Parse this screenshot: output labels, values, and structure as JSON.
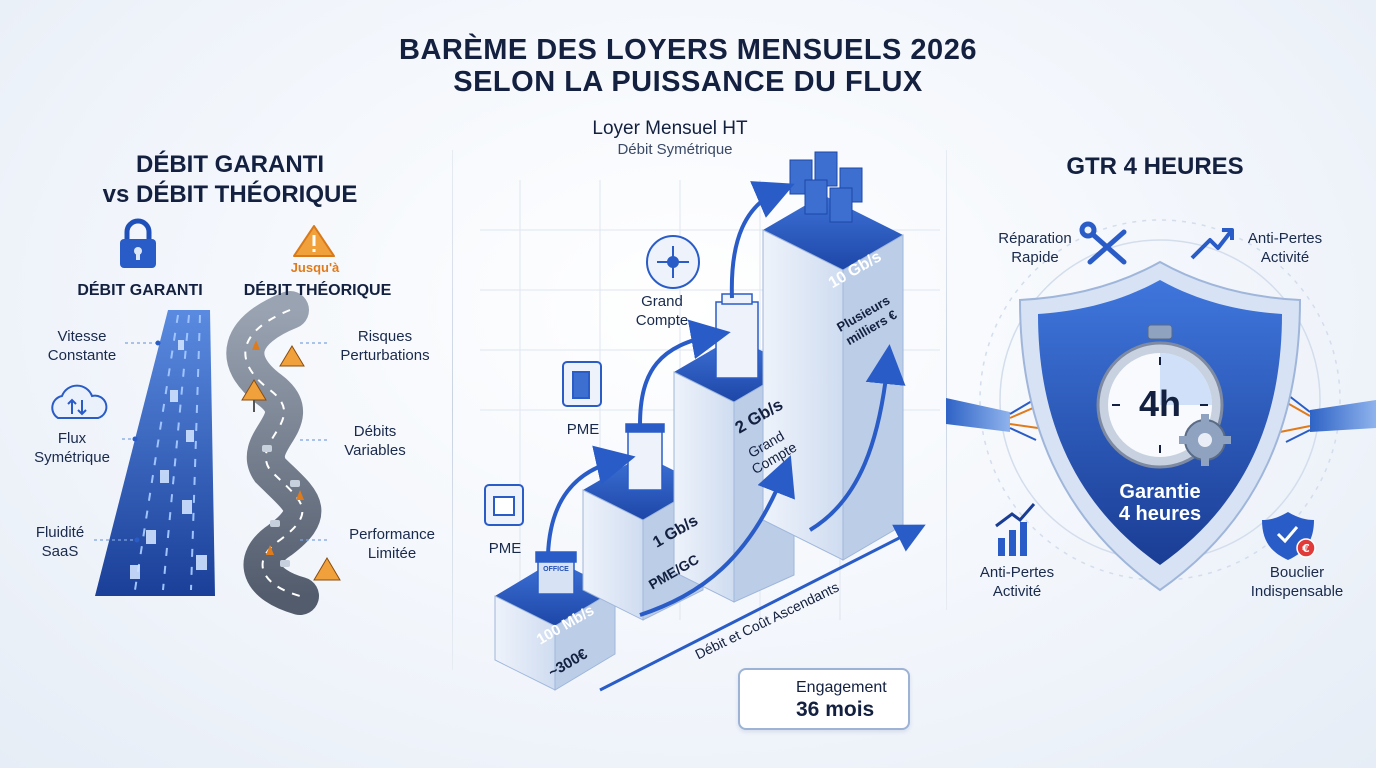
{
  "title": {
    "line1": "BARÈME DES LOYERS MENSUELS 2026",
    "line2": "SELON LA PUISSANCE DU FLUX"
  },
  "left": {
    "heading_line1": "DÉBIT GARANTI",
    "heading_line2": "vs DÉBIT THÉORIQUE",
    "guaranteed_label": "DÉBIT GARANTI",
    "theoretical_prefix": "Jusqu'à",
    "theoretical_label": "DÉBIT THÉORIQUE",
    "benefits": [
      {
        "l1": "Vitesse",
        "l2": "Constante"
      },
      {
        "l1": "Flux",
        "l2": "Symétrique"
      },
      {
        "l1": "Fluidité",
        "l2": "SaaS"
      }
    ],
    "risks": [
      {
        "l1": "Risques",
        "l2": "Perturbations"
      },
      {
        "l1": "Débits",
        "l2": "Variables"
      },
      {
        "l1": "Performance",
        "l2": "Limitée"
      }
    ]
  },
  "center": {
    "chart_title": "Loyer Mensuel HT",
    "chart_subtitle": "Débit Symétrique",
    "tiers": [
      {
        "speed": "100 Mb/s",
        "price": "~300€",
        "segment": "PME"
      },
      {
        "speed": "1 Gb/s",
        "segment": "PME/GC",
        "icon_label": "PME"
      },
      {
        "speed": "2 Gb/s",
        "segment_l1": "Grand",
        "segment_l2": "Compte",
        "icon_label_l1": "Grand",
        "icon_label_l2": "Compte"
      },
      {
        "speed": "10 Gb/s",
        "price_l1": "Plusieurs",
        "price_l2": "milliers €"
      }
    ],
    "trend_label": "Débit et Coût Ascendants",
    "engagement_l1": "Engagement",
    "engagement_l2": "36 mois",
    "building_sign": "OFFICE"
  },
  "right": {
    "heading": "GTR 4 HEURES",
    "clock_text": "4h",
    "shield_l1": "Garantie",
    "shield_l2": "4 heures",
    "features": [
      {
        "l1": "Réparation",
        "l2": "Rapide",
        "icon": "wrench-screwdriver-icon"
      },
      {
        "l1": "Anti-Pertes",
        "l2": "Activité",
        "icon": "trend-up-icon"
      },
      {
        "l1": "Anti-Pertes",
        "l2": "Activité",
        "icon": "bar-chart-icon"
      },
      {
        "l1": "Bouclier",
        "l2": "Indispensable",
        "icon": "euro-shield-icon"
      }
    ]
  },
  "colors": {
    "primary": "#1f4fb8",
    "dark": "#13203f",
    "accent_orange": "#e07b1c",
    "light_blue": "#dbe6f6"
  }
}
